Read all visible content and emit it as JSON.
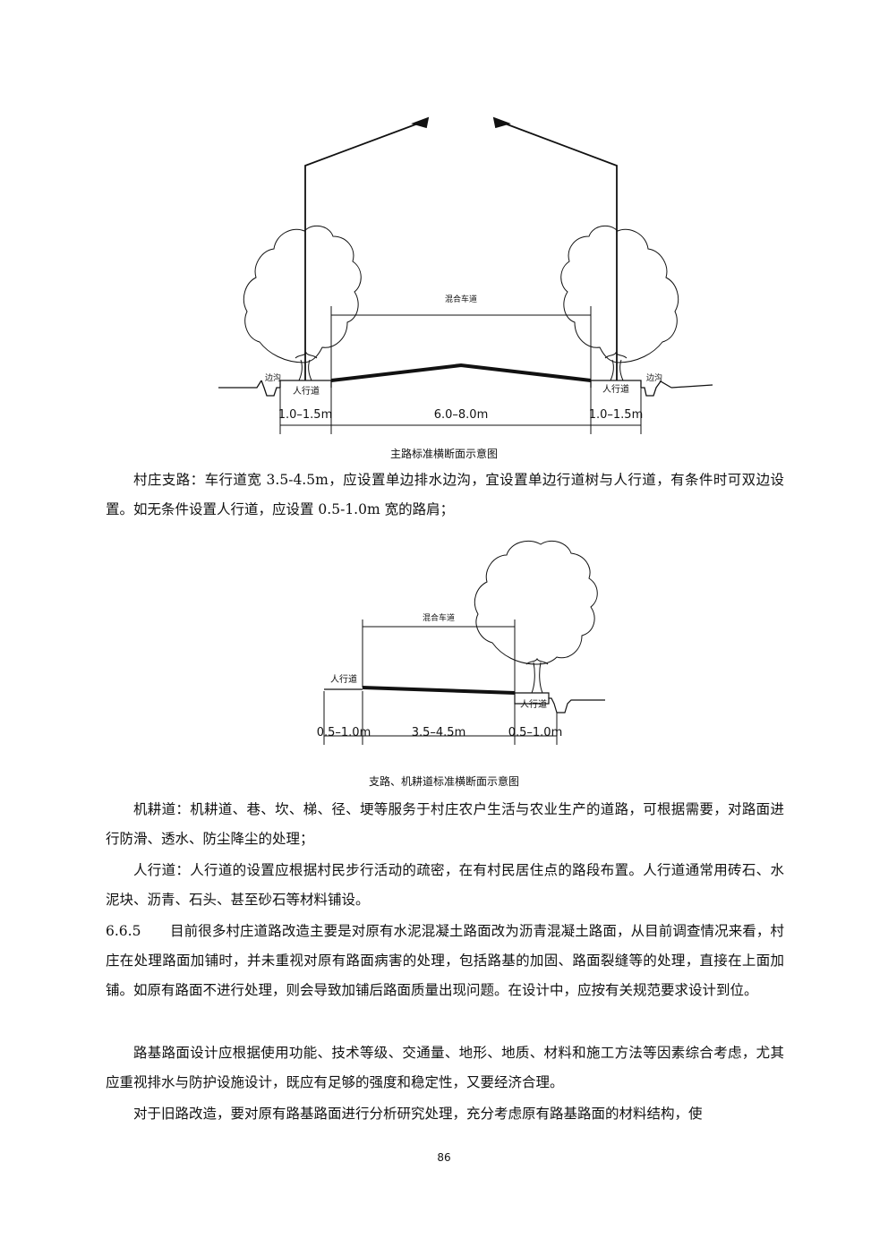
{
  "figure1": {
    "label_lane": "混合车道",
    "label_sidewalk_left": "人行道",
    "label_sidewalk_right": "人行道",
    "label_ditch_left": "边沟",
    "label_ditch_right": "边沟",
    "dim_left": "1.0–1.5m",
    "dim_center": "6.0–8.0m",
    "dim_right": "1.0–1.5m",
    "caption": "主路标准横断面示意图"
  },
  "paragraph1": "村庄支路：车行道宽 3.5-4.5m，应设置单边排水边沟，宜设置单边行道树与人行道，有条件时可双边设置。如无条件设置人行道，应设置 0.5-1.0m 宽的路肩；",
  "figure2": {
    "label_lane": "混合车道",
    "label_sidewalk_left": "人行道",
    "label_sidewalk_right": "人行道",
    "dim_left": "0.5–1.0m",
    "dim_center": "3.5–4.5m",
    "dim_right": "0.5–1.0m",
    "caption": "支路、机耕道标准横断面示意图"
  },
  "paragraph2": "机耕道：机耕道、巷、坎、梯、径、埂等服务于村庄农户生活与农业生产的道路，可根据需要，对路面进行防滑、透水、防尘降尘的处理；",
  "paragraph3": "人行道：人行道的设置应根据村民步行活动的疏密，在有村民居住点的路段布置。人行道通常用砖石、水泥块、沥青、石头、甚至砂石等材料铺设。",
  "section": {
    "number": "6.6.5",
    "text": "目前很多村庄道路改造主要是对原有水泥混凝土路面改为沥青混凝土路面，从目前调查情况来看，村庄在处理路面加铺时，并未重视对原有路面病害的处理，包括路基的加固、路面裂缝等的处理，直接在上面加铺。如原有路面不进行处理，则会导致加铺后路面质量出现问题。在设计中，应按有关规范要求设计到位。"
  },
  "paragraph4": "路基路面设计应根据使用功能、技术等级、交通量、地形、地质、材料和施工方法等因素综合考虑，尤其应重视排水与防护设施设计，既应有足够的强度和稳定性，又要经济合理。",
  "paragraph5": "对于旧路改造，要对原有路基路面进行分析研究处理，充分考虑原有路基路面的材料结构，使",
  "page_number": "86"
}
